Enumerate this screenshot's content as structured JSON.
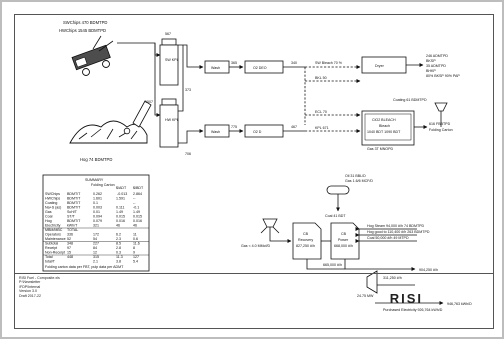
{
  "inputs": {
    "chips_line1": "SWChips 470 BDMTPD",
    "chips_line2": "HWChips 1545 BDMTPD",
    "hog": "Hog 74 BDMTPD"
  },
  "digesters": {
    "sw": "SW KPL",
    "hw": "HW KPL"
  },
  "flows": {
    "f567": "567",
    "f1507": "1507",
    "f373": "373",
    "f706": "706",
    "f365": "365",
    "f340": "340",
    "f775": "775",
    "f467": "467"
  },
  "process": {
    "wash_top": "Wash",
    "wash_bot": "Wash",
    "o2_top": "O2 DEO",
    "o2_bot": "O2 D",
    "dryer": "Dryer",
    "bleach_title": "ClO2 BLEACH",
    "bleach_sub": "Bleach",
    "bleach_note": "1040 BDT 1090 BDT",
    "bleach_sub2": "Gas 3T MNOPD"
  },
  "side_notes": {
    "sw_bleach": "SW Bleach 70 %",
    "bl_b": "BKL  50",
    "bl_c": "ECL  70",
    "bl_d": "KPL  671",
    "coating": "Coating  61 BDMTPD"
  },
  "outputs": {
    "dryer_out_1": "246 ADMTPD",
    "dryer_out_2": "BKSP",
    "dryer_out_3": "35 ADMTPD",
    "dryer_out_4": "BHKP",
    "dryer_out_5": "80% BKSP 90% PAP",
    "board_1": "616 FBBTPD",
    "board_2": "Folding Carton"
  },
  "summary": {
    "title": "SUMMARY",
    "headers": [
      "",
      "",
      "Folding Carton",
      "$/ADT",
      "$/BDT"
    ],
    "rows": [
      [
        "SWChips",
        "BDMT/T",
        "0.262",
        " -0.013",
        "2.864"
      ],
      [
        "HWChips",
        "BDMT/T",
        "1.601",
        "1.591",
        "--"
      ],
      [
        "Coating",
        "BDMT/T",
        "0.1",
        "",
        "--"
      ],
      [
        "Na+S (as)",
        "BDMT/T",
        "0.003",
        "0.111",
        "-0.1"
      ],
      [
        "Gas",
        "ScH/T",
        "0.01",
        "1.49",
        "1.49"
      ],
      [
        "Coal",
        "ST/T",
        "0.094",
        "0.015",
        "0.015"
      ],
      [
        "Hog",
        "BDMT/T",
        "0.079",
        "0.016",
        "0.016"
      ],
      [
        "Electricity",
        "kWh/T",
        "321",
        "46",
        "46"
      ],
      [
        "MBM/MBC",
        "TOTAL",
        "",
        "",
        ""
      ],
      [
        "Operators",
        "336",
        "172",
        "6.2",
        "11"
      ],
      [
        "Maintenance",
        "52",
        "54",
        "2.3",
        "0.6"
      ],
      [
        "Subtotal",
        "348",
        "227",
        "8.5",
        "11.6"
      ],
      [
        "Receipt",
        "97",
        "84",
        "2.8",
        "8"
      ],
      [
        "Non-Receipt",
        "15",
        "12",
        "0.3",
        "9"
      ],
      [
        "Total",
        "448",
        "315",
        "11.3",
        "127"
      ],
      [
        "total/T",
        "",
        "2.1",
        "3.8",
        "5.4"
      ]
    ],
    "footnote": "Folding carton data per FBT, pulp data per ADMT"
  },
  "power": {
    "oil": "Oil 31 BBL/D",
    "gas": "Gas 1.6/6 MCF/D",
    "coal_label": "Coal 41 BDT",
    "gas_coal": "Gas < 4.0 MMcf/D",
    "boiler1_a": "CB",
    "boiler1_b": "Recovery",
    "boiler1_c": "827,250 #/h",
    "boiler2_a": "CB",
    "boiler2_b": "Power",
    "boiler2_c": "668,000 #/h",
    "steam_1": "Hog Steam 94,000 #/h  74 BDMTPD",
    "steam_2": "Hog good to 110,400 #/h  263 BDMTPD",
    "steam_3": "Coal 50,000 #/h  49 MTPD",
    "header_steam": "665,000 #/h",
    "turbine": "311,250 #/h",
    "power_out": "24.75 MW",
    "steam_out": "904,250 #/h",
    "elec_1": "Purchased Electricity 926,764 kWh/D",
    "elec_2": "946,763 kWh/D"
  },
  "footer": {
    "lines": [
      "RISI Fuel - Composite.xls",
      "P:\\Newsletter",
      "\\FDP\\Internal",
      "Version 3.0",
      "Draft 2017-22"
    ],
    "logo": "RISI"
  }
}
